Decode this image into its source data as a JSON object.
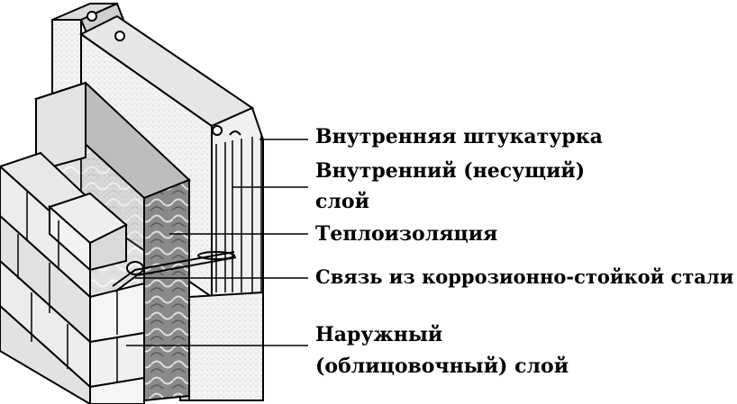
{
  "labels": {
    "inner_plaster": "Внутренняя штукатурка",
    "inner_layer_line1": "Внутренний (несущий)",
    "inner_layer_line2": "слой",
    "insulation": "Теплоизоляция",
    "tie": "Связь из коррозионно-стойкой стали",
    "outer_layer_line1": "Наружный",
    "outer_layer_line2": "(облицовочный) слой"
  },
  "colors": {
    "ink": "#000000",
    "block_face": "#f2f2f2",
    "block_shade": "#cfcfcf",
    "insulation_fill": "#8a8a8a",
    "brick_face": "#e8e8e8",
    "brick_shade": "#bdbdbd"
  }
}
